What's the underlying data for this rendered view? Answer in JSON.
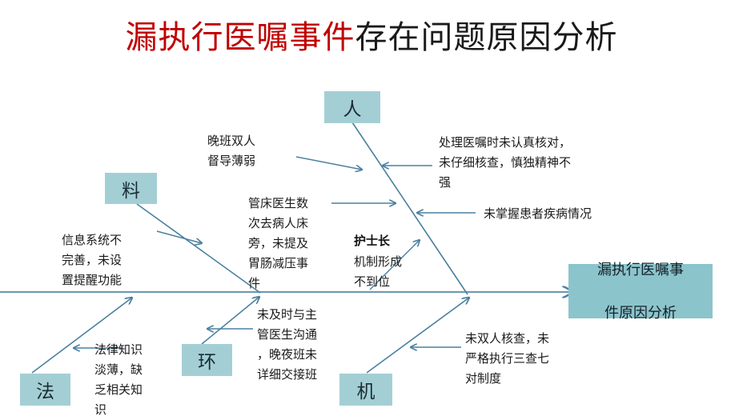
{
  "title": {
    "highlight": "漏执行医嘱事件",
    "rest": "存在问题原因分析",
    "highlight_color": "#c00000",
    "rest_color": "#1a1a1a"
  },
  "theme": {
    "bone_color": "#4a80a0",
    "category_box_bg": "#a3cfd4",
    "result_box_bg": "#8cc4cc",
    "text_color": "#1a1a1a"
  },
  "result": {
    "line1": "漏执行医嘱事",
    "line2": "件原因分析"
  },
  "categories": [
    {
      "key": "ren",
      "label": "人"
    },
    {
      "key": "liao",
      "label": "料"
    },
    {
      "key": "fa",
      "label": "法"
    },
    {
      "key": "huan",
      "label": "环"
    },
    {
      "key": "ji",
      "label": "机"
    }
  ],
  "causes": {
    "night_shift": "晚班双人\n督导薄弱",
    "order_check": "处理医嘱时未认真核对，\n未仔细核查，慎独精神不\n强",
    "disease_knowledge": "未掌握患者疾病情况",
    "info_system": "信息系统不\n完善，未设\n置提醒功能",
    "bedside_doctor": "管床医生数\n次去病人床\n旁，未提及\n胃肠减压事\n件",
    "head_nurse_label": "护士长",
    "head_nurse_text": "机制形成\n不到位",
    "communication": "未及时与主\n管医生沟通\n，晚夜班未\n详细交接班",
    "legal_knowledge": "法律知识\n淡薄，缺\n乏相关知\n识",
    "double_check": "未双人核查，未\n严格执行三查七\n对制度"
  }
}
